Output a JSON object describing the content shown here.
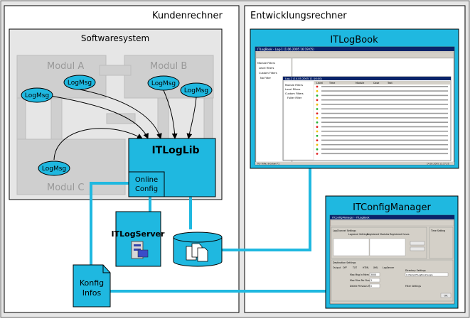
{
  "zones": {
    "customer_label": "Kundenrechner",
    "dev_label": "Entwicklungsrechner"
  },
  "softwaresystem": {
    "title": "Softwaresystem",
    "modules": [
      "Modul A",
      "Modul B",
      "Modul C"
    ]
  },
  "logmsg_label": "LogMsg",
  "itloglib": {
    "title": "ITLogLib",
    "online_config_line1": "Online",
    "online_config_line2": "Config"
  },
  "itlogserver": {
    "title": "ITLogServer"
  },
  "konfig": {
    "line1": "Konfig",
    "line2": "Infos"
  },
  "itlogbook": {
    "title": "ITLogBook",
    "window_title": "ITLogBook - Log-1 (1.06.2005 16:19:05)",
    "window2_title": "Log-2 (14.05.2005 11:16:00)",
    "columns": [
      "Level",
      "Time",
      "Module",
      "Case",
      "Text"
    ],
    "tree": [
      "Module Filters",
      "Level Filters",
      "Custom Filters",
      "No Filter",
      "Fulter Filter"
    ],
    "status_left": "Für Hilfe, drücken F1",
    "status_right": "14.05.2005 11:17:25"
  },
  "itconfigmanager": {
    "title": "ITConfigManager",
    "window_title": "ITConfigManager - ITLogBook",
    "tabs": [
      "LogChannel Settings",
      "LogLevel Settings",
      "Registered Modules",
      "Registered Cases"
    ],
    "group_time": "Time Setting",
    "group_dest": "Destination Settings",
    "output_label": "Output",
    "output_options": [
      "OFF",
      "TXT",
      "HTML",
      "XML",
      "LogServer"
    ],
    "field_labels": [
      "Max Msg In Mem",
      "Max Files Per Run",
      "Delete Previous Runs"
    ],
    "field_values": [
      "3000",
      "3",
      "0"
    ],
    "dir_label": "Directory Settings",
    "dir_value": "C:\\Temp\\ITLogBook\\Logs\\",
    "filter_label": "Filter Settings",
    "ok_label": "OK"
  }
}
